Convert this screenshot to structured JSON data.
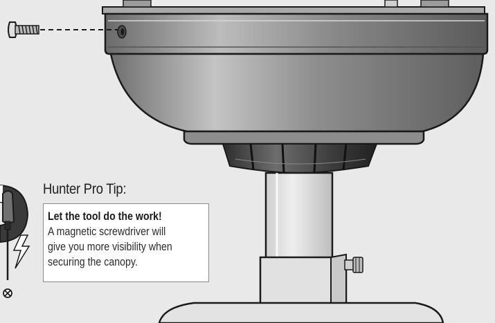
{
  "tip": {
    "title": "Hunter Pro Tip:",
    "headline": "Let the tool do the work!",
    "body_lines": [
      "A magnetic screwdriver will",
      "give you more visibility when",
      "securing the canopy."
    ]
  },
  "icons": [
    "screw-icon",
    "horseshoe-magnet-icon",
    "screwdriver-icon",
    "lightning-bolt-icon",
    "screw-head-icon"
  ],
  "colors": {
    "page_background": "#e9e9e9",
    "canopy_fill": "#8c8c8c",
    "canopy_highlight": "#bdbdbd",
    "outline": "#1a1a1a",
    "downrod": "#dcdcdc",
    "tip_border": "#8a8a8a",
    "magnet_red": "#3a3a3a"
  }
}
